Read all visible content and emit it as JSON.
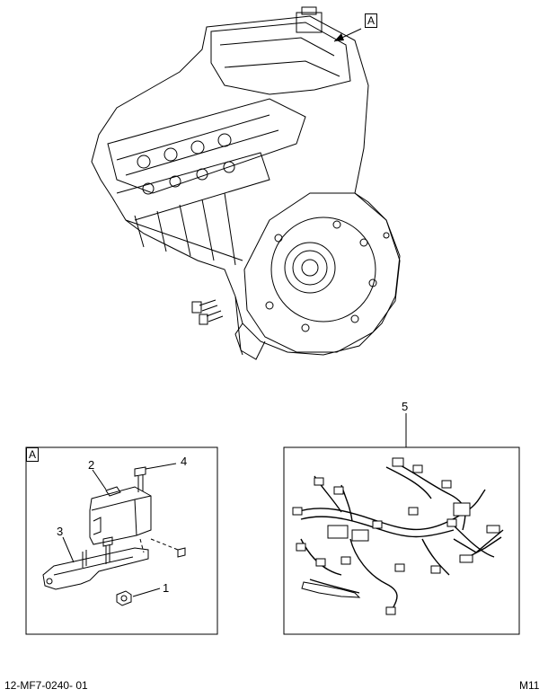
{
  "main_view": {
    "detail_ref": "A"
  },
  "detail_a": {
    "label": "A",
    "callouts": [
      "1",
      "2",
      "3",
      "4"
    ]
  },
  "harness": {
    "callout": "5"
  },
  "footer": {
    "drawing_number": "12-MF7-0240- 01",
    "sheet_code": "M11"
  }
}
